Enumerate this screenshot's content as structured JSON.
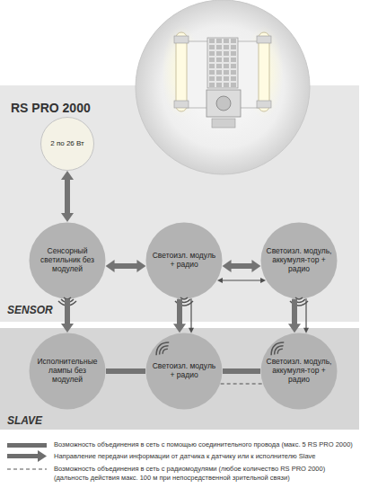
{
  "diagram": {
    "title": "RS PRO 2000",
    "nodes": [
      {
        "text": [
          "SENSOR"
        ]
      },
      {
        "text": [
          "2 по 26 Вт"
        ],
        "in": 0
      },
      {
        "text": [
          "Сенсорный светильник без модулей"
        ],
        "in": 0
      },
      {
        "text": [
          "Светоизл. модуль + радио"
        ],
        "in": 0
      },
      {
        "text": [
          "Светоизл. модуль, аккумуля-тор + радио"
        ],
        "in": 0
      },
      {
        "text": [
          "SLAVE"
        ]
      },
      {
        "text": [
          "Исполнительные лампы без модулей"
        ],
        "in": 5
      },
      {
        "text": [
          "Светоизл. модуль + радио"
        ],
        "in": 5
      },
      {
        "text": [
          "Светоизл. модуль, аккумуля-тор + радио"
        ],
        "in": 5
      }
    ],
    "edges": [
      {
        "from": 1,
        "to": 2,
        "arrow": "both"
      },
      {
        "from": 2,
        "to": 3,
        "arrow": "both"
      },
      {
        "from": 3,
        "to": 4,
        "arrow": "both"
      },
      {
        "from": 3,
        "to": 4,
        "arrow": "both"
      },
      {
        "from": 2,
        "to": 6,
        "arrow": "to"
      },
      {
        "from": 3,
        "to": 7,
        "arrow": "to"
      },
      {
        "from": 3,
        "to": 7,
        "arrow": "to"
      },
      {
        "from": 4,
        "to": 8,
        "arrow": "to"
      },
      {
        "from": 4,
        "to": 8,
        "arrow": "to"
      },
      {
        "from": 6,
        "to": 7,
        "arrow": "none"
      },
      {
        "from": 7,
        "to": 8,
        "arrow": "none"
      },
      {
        "from": 7,
        "to": 8,
        "arrow": "none"
      }
    ],
    "legend": [
      {
        "text": "Возможность объединения в сеть с помощью соединительного провода (макс. 5 RS PRO 2000)"
      },
      {
        "text": "Направление передачи информации от датчика к датчику или к исполнителю Slave"
      },
      {
        "text": "Возможность объединения в сеть с радиомодулями (любое количество RS PRO 2000) (дальность действия макс. 100 м при непосредственной зрительной связи)"
      }
    ]
  }
}
